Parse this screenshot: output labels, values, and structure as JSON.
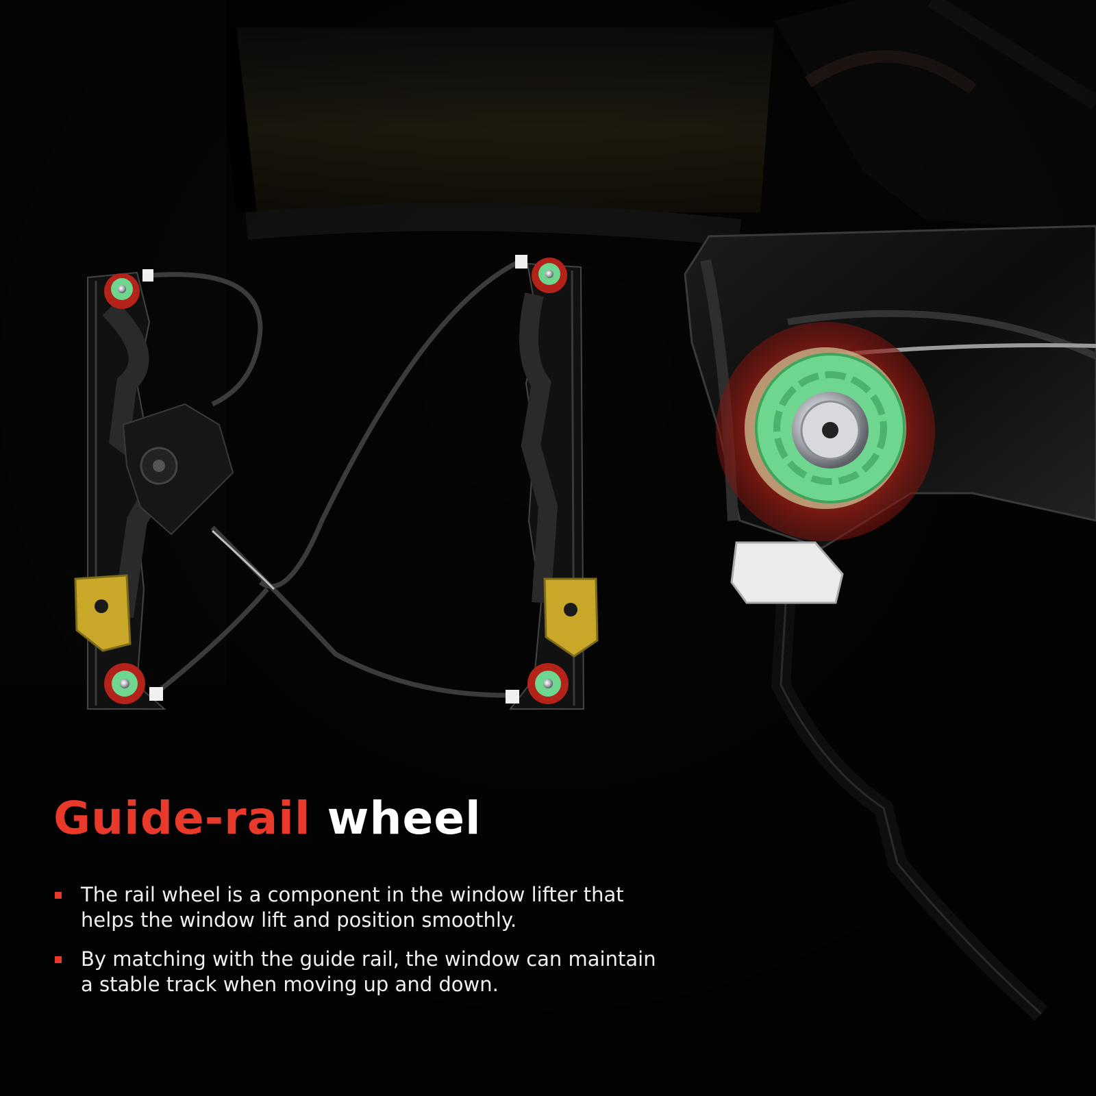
{
  "headline": {
    "accent": "Guide-rail",
    "rest": "wheel"
  },
  "bullets": [
    "The rail wheel is a component in the window lifter that helps the window lift and position smoothly.",
    "By matching with the guide rail, the window can maintain a stable track when moving up and down."
  ],
  "colors": {
    "accent": "#e8392a",
    "background": "#050505",
    "wheel_green": "#6fd68f",
    "highlight_red": "#b3231a",
    "bracket_yellow": "#c9a829"
  }
}
